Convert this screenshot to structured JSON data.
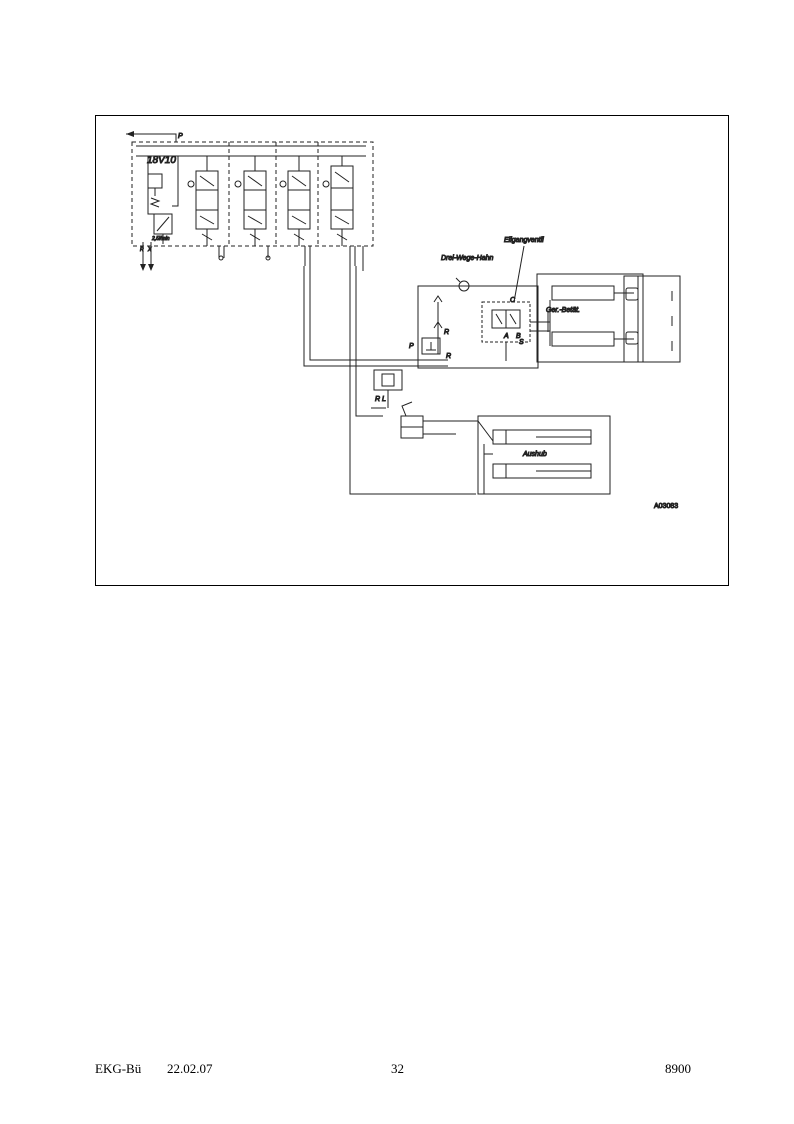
{
  "schematic": {
    "labels": {
      "p_top": "P",
      "valve_block": "18V10",
      "flow_rate": "2,5l/min",
      "r_bottom": "R",
      "x_bottom": "X",
      "eilgangventil": "Eilgangventil",
      "drei_wege_hahn": "Drei-Wege-Hahn",
      "ger_betaet": "Ger.-Betät.",
      "p_left": "P",
      "r_lower": "R",
      "r_right": "R",
      "port_a": "A",
      "port_b": "B",
      "port_s": "S",
      "port_c": "C",
      "rl": "R L",
      "aushub": "Aushub",
      "drawing_id": "A03083"
    }
  },
  "footer": {
    "left": "EKG-Bü",
    "date": "22.02.07",
    "page": "32",
    "code": "8900"
  }
}
